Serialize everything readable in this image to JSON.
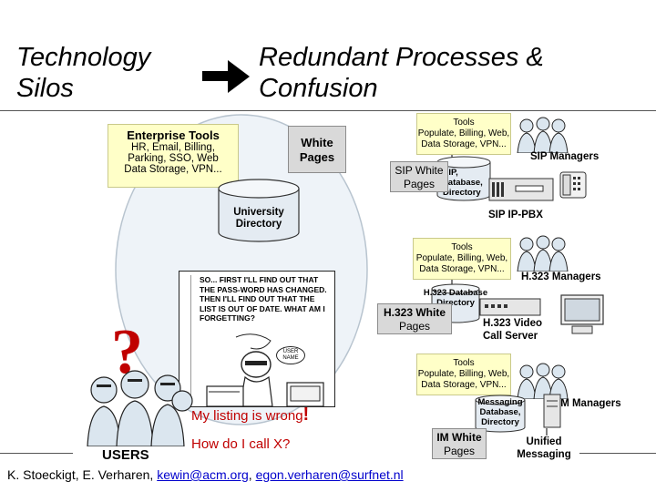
{
  "title_left": "Technology Silos",
  "title_left_line1": "Technology",
  "title_left_line2": "Silos",
  "title_right_line1": "Redundant Processes &",
  "title_right_line2": "Confusion",
  "enterprise": {
    "title": "Enterprise Tools",
    "line1": "HR, Email, Billing,",
    "line2": "Parking, SSO, Web",
    "line3": "Data Storage, VPN..."
  },
  "white_pages": {
    "line1": "White",
    "line2": "Pages"
  },
  "university_directory": {
    "line1": "University",
    "line2": "Directory"
  },
  "cartoon_text": "SO... FIRST I'LL FIND OUT THAT THE PASS-WORD HAS CHANGED. THEN I'LL FIND OUT THAT THE LIST IS OUT OF DATE. WHAT AM I FORGETTING?",
  "cartoon_badge": "USER NAME",
  "question_mark": "?",
  "users_label": "USERS",
  "complaint1": "My listing is wrong",
  "complaint1_mark": "!",
  "complaint2": "How do I call X?",
  "sip": {
    "tools_line1": "Tools",
    "tools_line2": "Populate, Billing, Web,",
    "tools_line3": "Data Storage, VPN...",
    "managers": "SIP Managers",
    "wp_line1": "SIP White",
    "wp_line2": "Pages",
    "db_line1": "SIP,",
    "db_line2": "database,",
    "db_line3": "Directory",
    "pbx": "SIP IP-PBX"
  },
  "h323": {
    "tools_line1": "Tools",
    "tools_line2": "Populate, Billing, Web,",
    "tools_line3": "Data Storage, VPN...",
    "managers": "H.323 Managers",
    "db_line1": "H.323 Database",
    "db_line2": "Directory",
    "wp_line1": "H.323 White",
    "wp_line2": "Pages",
    "server_line1": "H.323 Video",
    "server_line2": "Call Server"
  },
  "im": {
    "tools_line1": "Tools",
    "tools_line2": "Populate, Billing, Web,",
    "tools_line3": "Data Storage, VPN...",
    "managers": "IM Managers",
    "db_line1": "Messaging",
    "db_line2": "Database,",
    "db_line3": "Directory",
    "wp_line1": "IM White",
    "wp_line2": "Pages",
    "um_line1": "Unified",
    "um_line2": "Messaging"
  },
  "footer": {
    "authors": "K. Stoeckigt, E. Verharen,",
    "email1": "kewin@acm.org",
    "sep": ",",
    "email2": "egon.verharen@surfnet.nl"
  },
  "colors": {
    "yellow_box": "#ffffc8",
    "grey_box": "#d9d9d9",
    "circle": "#eef3f8",
    "red": "#c00000",
    "link": "#0000cc"
  }
}
